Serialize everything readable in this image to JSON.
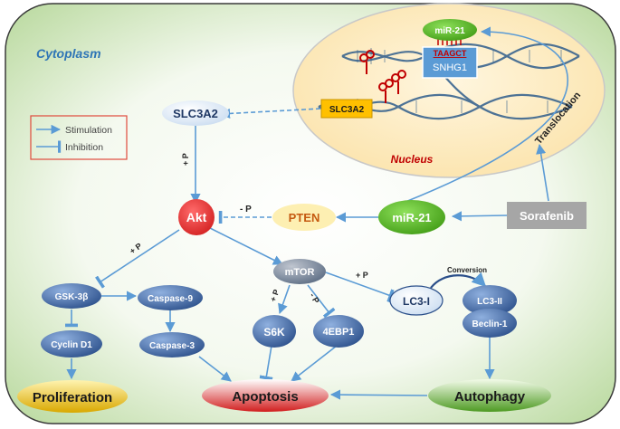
{
  "labels": {
    "cytoplasm": "Cytoplasm",
    "nucleus": "Nucleus",
    "translocation": "Translocation",
    "conversion": "Conversion"
  },
  "legend": {
    "stimulation": "Stimulation",
    "inhibition": "Inhibition"
  },
  "nodes": {
    "slc3a2": "SLC3A2",
    "slc3a2_gene": "SLC3A2",
    "mir21_nuc": "miR-21",
    "taagct": "TAAGCT",
    "snhg1": "SNHG1",
    "akt": "Akt",
    "pten": "PTEN",
    "mir21": "miR-21",
    "sorafenib": "Sorafenib",
    "mtor": "mTOR",
    "gsk3b": "GSK-3β",
    "caspase9": "Caspase-9",
    "caspase3": "Caspase-3",
    "cyclind1": "Cyclin D1",
    "s6k": "S6K",
    "ebp1": "4EBP1",
    "lc3i": "LC3-I",
    "lc3ii": "LC3-II",
    "beclin1": "Beclin-1",
    "proliferation": "Proliferation",
    "apoptosis": "Apoptosis",
    "autophagy": "Autophagy"
  },
  "edge_labels": {
    "plus_p": "+ P",
    "minus_p": "- P"
  },
  "colors": {
    "arrow": "#5b9bd5",
    "cell_fill": "#d3e7c3",
    "nucleus_fill": "#fbe8c0",
    "akt": "#e83232",
    "pten": "#fdefb2",
    "mir21": "#5cb82a",
    "sorafenib": "#a6a6a6",
    "dark_blue": "#3d5f9a",
    "slc3a2_gene": "#ffc000",
    "snhg1": "#5b9bd5",
    "legend_border": "#e04a3c"
  }
}
